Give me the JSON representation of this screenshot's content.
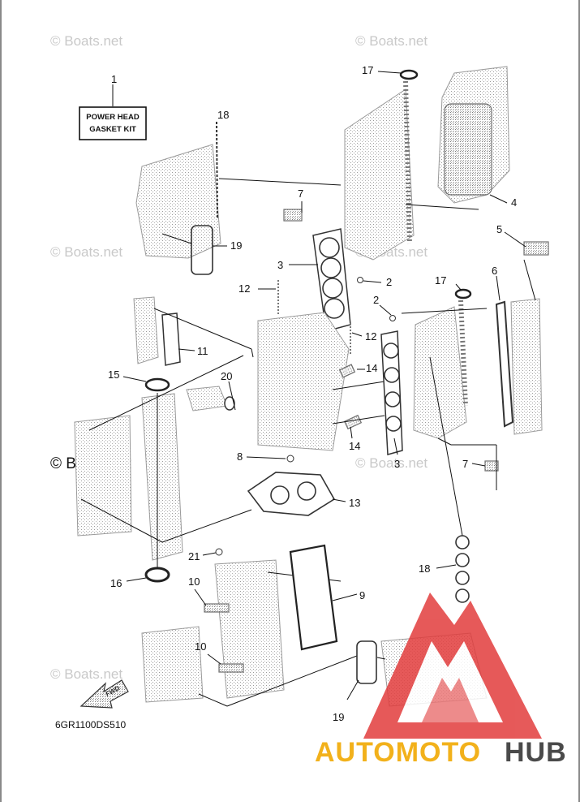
{
  "kit_label": {
    "line1": "POWER HEAD",
    "line2": "GASKET KIT"
  },
  "drawing_code": "6GR1100DS510",
  "fwd_label": "FWD",
  "watermarks": {
    "text": "© Boats.net",
    "prominent": "© Boats.net"
  },
  "brand_logo": {
    "text_left": "AUTOMOTO",
    "text_right": "HUB",
    "colors": {
      "accent": "#e23d3d",
      "yellow": "#f2b11b",
      "dark": "#4a4a4a"
    }
  },
  "callouts": {
    "c1": "1",
    "c2a": "2",
    "c2b": "2",
    "c3a": "3",
    "c3b": "3",
    "c4": "4",
    "c5": "5",
    "c6": "6",
    "c7a": "7",
    "c7b": "7",
    "c8": "8",
    "c9": "9",
    "c10a": "10",
    "c10b": "10",
    "c11": "11",
    "c12a": "12",
    "c12b": "12",
    "c13": "13",
    "c14a": "14",
    "c14b": "14",
    "c15": "15",
    "c16": "16",
    "c17a": "17",
    "c17b": "17",
    "c18a": "18",
    "c18b": "18",
    "c19a": "19",
    "c19b": "19",
    "c20": "20",
    "c21": "21"
  }
}
